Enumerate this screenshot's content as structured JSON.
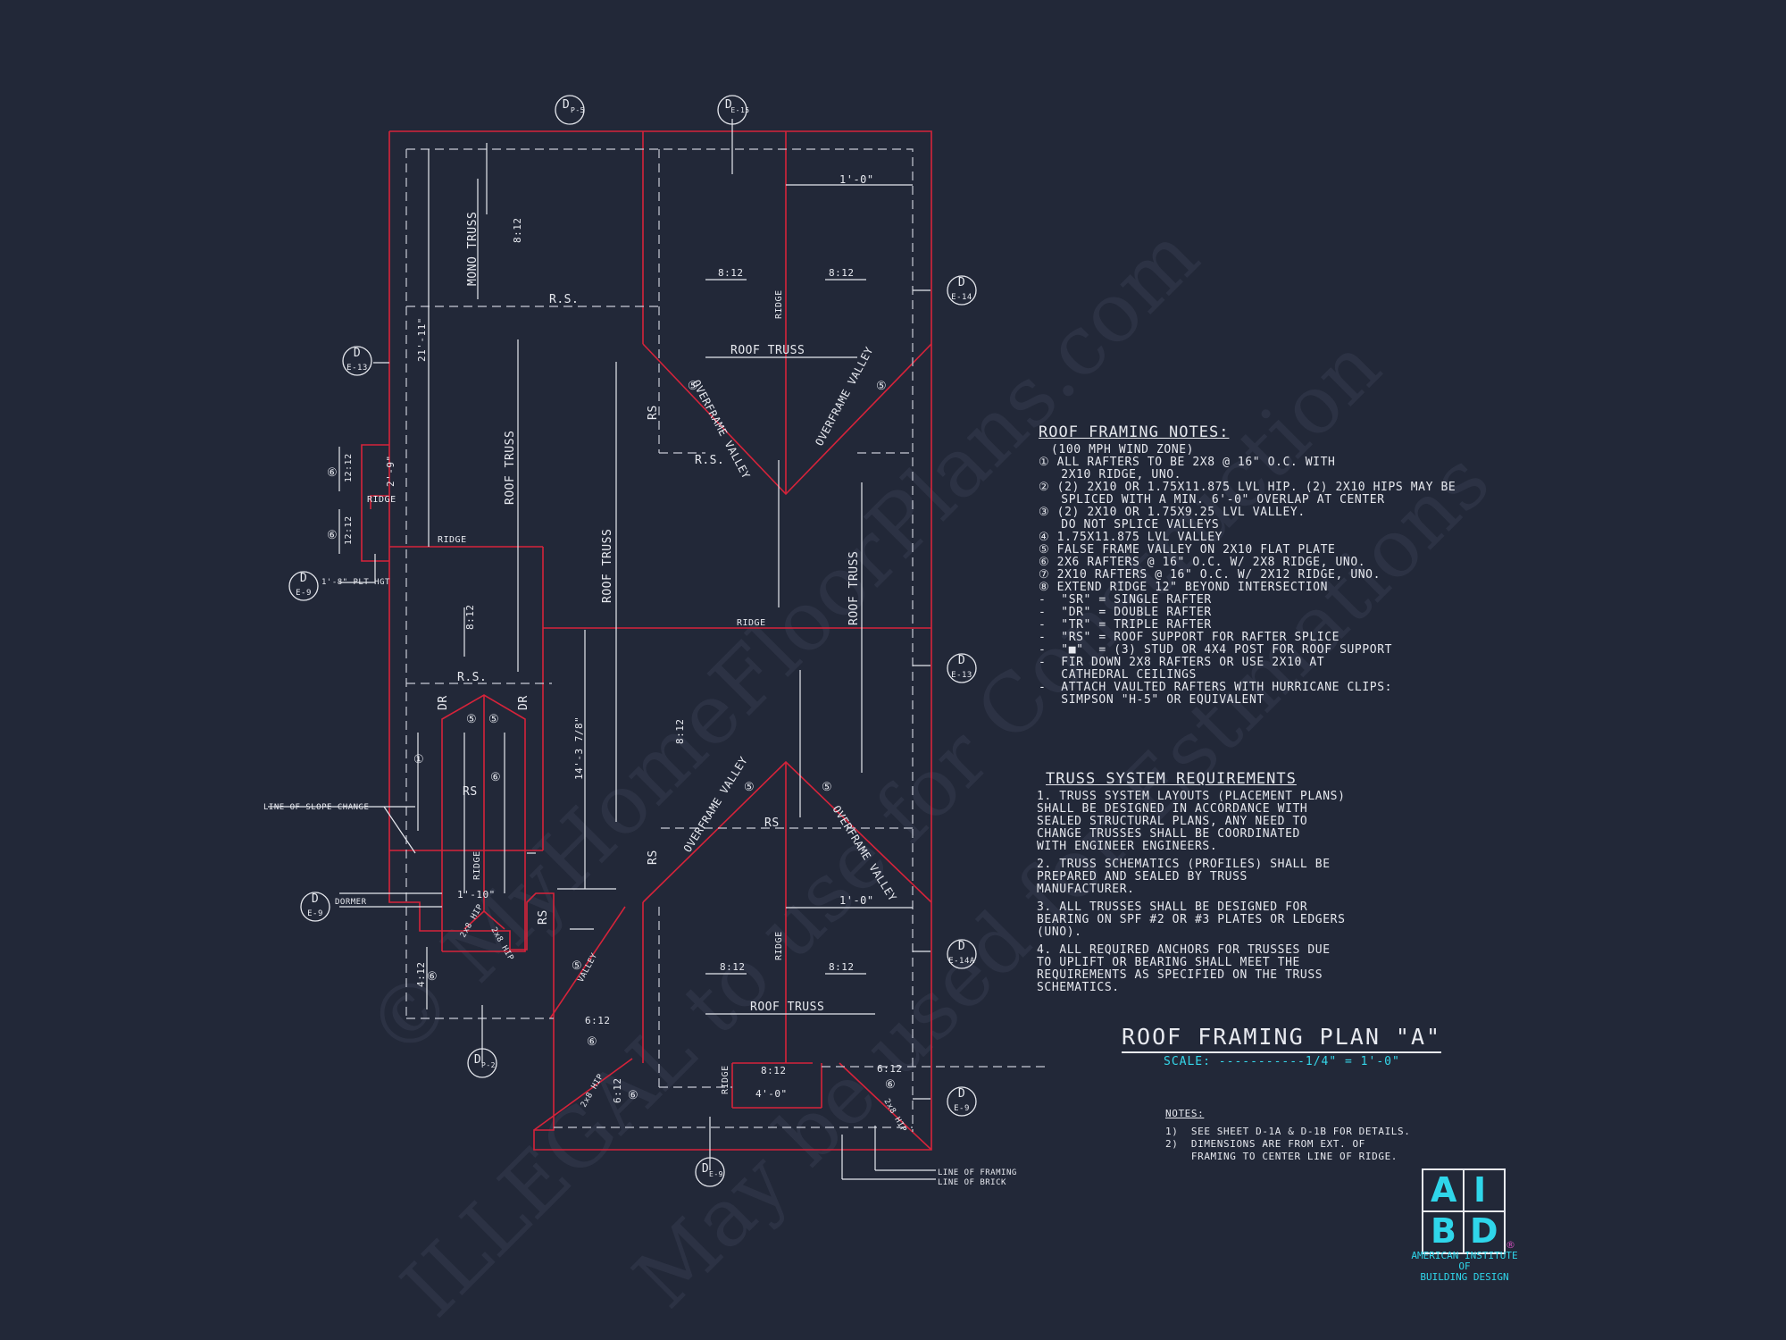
{
  "roof_framing_notes": {
    "title": "ROOF FRAMING NOTES:",
    "wind_zone": "(100 MPH WIND ZONE)",
    "items": [
      "① ALL RAFTERS TO BE 2x8 @ 16\" O.C. WITH",
      "   2x10 RIDGE, UNO.",
      "② (2) 2x10 OR 1.75x11.875 LVL HIP. (2) 2x10 HIPS MAY BE",
      "   SPLICED WITH A MIN. 6'-0\" OVERLAP AT CENTER",
      "③ (2) 2x10 OR 1.75x9.25 LVL VALLEY.",
      "   DO NOT SPLICE VALLEYS",
      "④ 1.75x11.875 LVL VALLEY",
      "⑤ FALSE FRAME VALLEY ON 2x10 FLAT PLATE",
      "⑥ 2x6 RAFTERS @ 16\" O.C. W/ 2x8 RIDGE, UNO.",
      "⑦ 2x10 RAFTERS @ 16\" O.C. W/ 2x12 RIDGE, UNO.",
      "⑧ EXTEND RIDGE 12\" BEYOND INTERSECTION",
      "-  \"SR\" = SINGLE RAFTER",
      "-  \"DR\" = DOUBLE RAFTER",
      "-  \"TR\" = TRIPLE RAFTER",
      "-  \"RS\" = ROOF SUPPORT FOR RAFTER SPLICE",
      "-  \"■\"  = (3) STUD OR 4x4 POST FOR ROOF SUPPORT",
      "-  FIR DOWN 2x8 RAFTERS OR USE 2x10 AT",
      "   CATHEDRAL CEILINGS",
      "-  ATTACH VAULTED RAFTERS WITH HURRICANE CLIPS:",
      "   SIMPSON \"H-5\" OR EQUIVALENT"
    ]
  },
  "truss_requirements": {
    "title": "TRUSS SYSTEM REQUIREMENTS",
    "items": [
      "1. TRUSS SYSTEM LAYOUTS (PLACEMENT PLANS)\nSHALL BE DESIGNED IN ACCORDANCE WITH\nSEALED STRUCTURAL PLANS, ANY NEED TO\nCHANGE TRUSSES SHALL BE COORDINATED\nWITH ENGINEER ENGINEERS.",
      "2. TRUSS SCHEMATICS (PROFILES) SHALL BE\nPREPARED AND SEALED BY TRUSS\nMANUFACTURER.",
      "3. ALL TRUSSES SHALL BE DESIGNED FOR\nBEARING ON SPF #2 OR #3 PLATES OR LEDGERS\n(UNO).",
      "4. ALL REQUIRED ANCHORS FOR TRUSSES DUE\nTO UPLIFT OR BEARING SHALL MEET THE\nREQUIREMENTS AS SPECIFIED ON THE TRUSS\nSCHEMATICS."
    ]
  },
  "plan_title": "ROOF FRAMING PLAN \"A\"",
  "scale": "SCALE: -----------1/4\" = 1'-0\"",
  "plan_notes": {
    "heading": "NOTES:",
    "lines": [
      "1)  SEE SHEET D-1A & D-1B FOR DETAILS.",
      "2)  DIMENSIONS ARE FROM EXT. OF",
      "    FRAMING TO CENTER LINE OF RIDGE."
    ]
  },
  "watermarks": [
    "© MyHomeFloorPlans.com",
    "ILLEGAL to use for Construction",
    "May be used for Estimations"
  ],
  "logo": {
    "letters": [
      "A",
      "I",
      "B",
      "D"
    ],
    "caption": [
      "AMERICAN INSTITUTE",
      "OF",
      "BUILDING DESIGN"
    ],
    "registered": "®"
  },
  "section_markers": [
    {
      "letter": "D",
      "sheet": "P-5"
    },
    {
      "letter": "D",
      "sheet": "E-15"
    },
    {
      "letter": "D",
      "sheet": "E-14"
    },
    {
      "letter": "D",
      "sheet": "E-13"
    },
    {
      "letter": "D",
      "sheet": "E-9"
    },
    {
      "letter": "D",
      "sheet": "E-13"
    },
    {
      "letter": "D",
      "sheet": "E-9"
    },
    {
      "letter": "D",
      "sheet": "E-14A"
    },
    {
      "letter": "D",
      "sheet": "P-2"
    },
    {
      "letter": "D",
      "sheet": "E-9"
    },
    {
      "letter": "D",
      "sheet": "E-9"
    }
  ],
  "plan_labels": {
    "mono_truss": "MONO TRUSS",
    "roof_truss": "ROOF TRUSS",
    "overframe_valley": "OVERFRAME VALLEY",
    "ridge": "RIDGE",
    "rs": "R.S.",
    "rs_short": "RS",
    "dr": "DR",
    "slope_8_12": "8:12",
    "slope_6_12": "6:12",
    "slope_4_12": "4:12",
    "slope_12_12": "12:12",
    "dim_1_0": "1'-0\"",
    "dim_2_9": "2'-9\"",
    "dim_21_11": "21'-11\"",
    "dim_14_3": "14'-3 7/8\"",
    "dim_4_0": "4'-0\"",
    "dim_1_10": "1'-10\"",
    "plt_hgt": "1'-8\" PLT HGT",
    "line_slope_change": "LINE OF SLOPE CHANGE",
    "dormer": "DORMER",
    "line_framing": "LINE OF FRAMING",
    "line_brick": "LINE OF BRICK",
    "hip_2x8": "2x8 HIP",
    "valley": "VALLEY",
    "note5": "⑤",
    "note6": "⑥",
    "note1": "①"
  }
}
